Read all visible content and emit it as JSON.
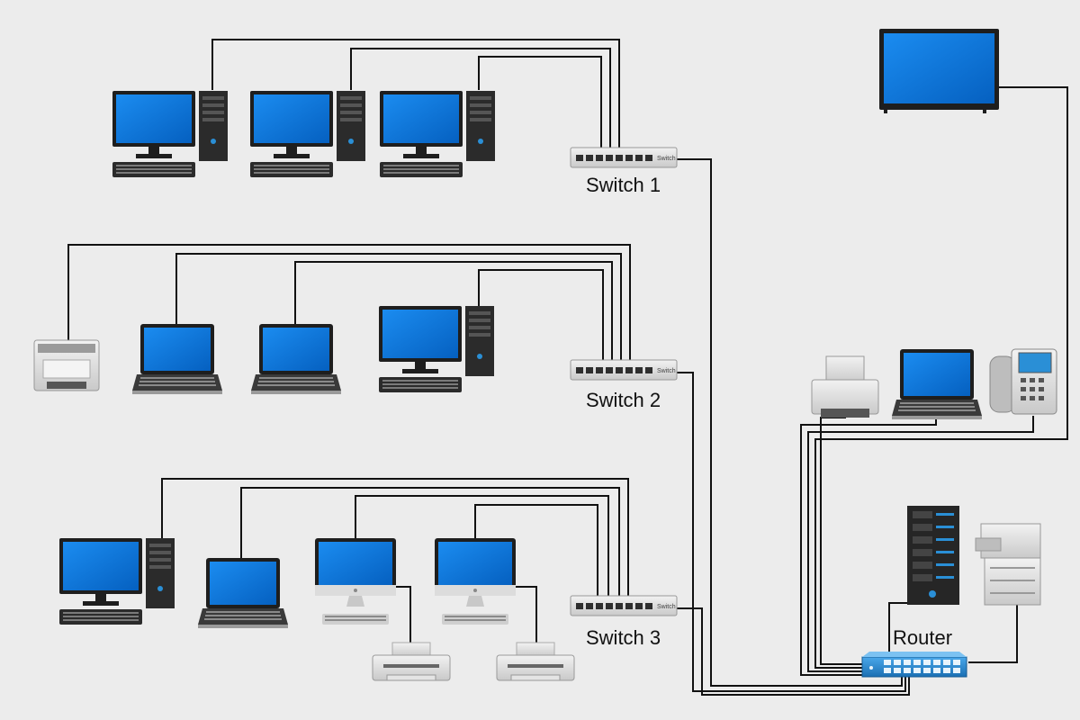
{
  "diagram": {
    "title": "",
    "colors": {
      "background": "#ececec",
      "cable": "#111111",
      "screen": "#0a72d6",
      "router_body": "#2a8fd6",
      "device_dark": "#262626",
      "device_light": "#d8d8d8"
    },
    "labels": {
      "switch1": "Switch 1",
      "switch2": "Switch 2",
      "switch3": "Switch 3",
      "router": "Router",
      "switch_badge": "Switch"
    },
    "groups": [
      {
        "id": "group-1",
        "switch": "switch1",
        "devices": [
          "desktop-computer",
          "desktop-computer",
          "desktop-computer"
        ]
      },
      {
        "id": "group-2",
        "switch": "switch2",
        "devices": [
          "laser-printer",
          "laptop",
          "laptop",
          "desktop-computer"
        ]
      },
      {
        "id": "group-3",
        "switch": "switch3",
        "devices": [
          "desktop-computer",
          "laptop",
          "all-in-one-computer",
          "all-in-one-computer",
          "inkjet-printer",
          "inkjet-printer"
        ]
      }
    ],
    "router_devices": [
      "flat-screen-tv",
      "inkjet-printer",
      "laptop",
      "ip-phone",
      "rack-server",
      "multifunction-copier"
    ]
  }
}
